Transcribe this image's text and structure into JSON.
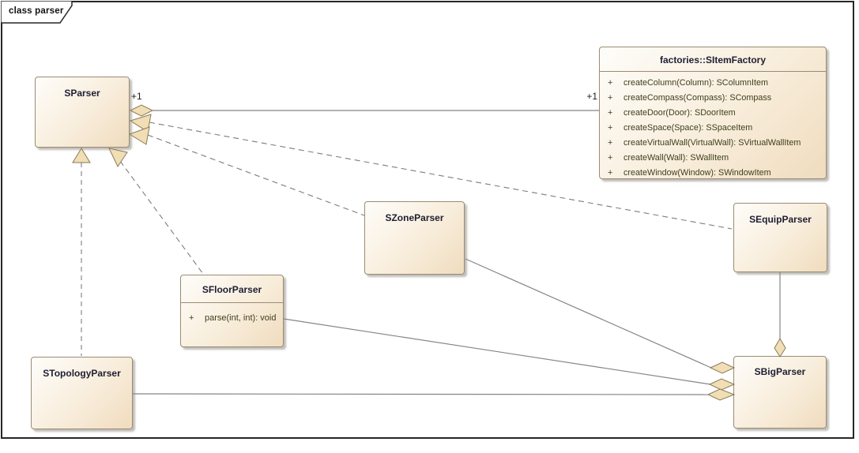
{
  "frame": {
    "label": "class parser"
  },
  "classes": {
    "sparser": {
      "name": "SParser"
    },
    "factory": {
      "name": "factories::SItemFactory",
      "methods": [
        {
          "visibility": "+",
          "signature": "createColumn(Column): SColumnItem"
        },
        {
          "visibility": "+",
          "signature": "createCompass(Compass): SCompass"
        },
        {
          "visibility": "+",
          "signature": "createDoor(Door): SDoorItem"
        },
        {
          "visibility": "+",
          "signature": "createSpace(Space): SSpaceItem"
        },
        {
          "visibility": "+",
          "signature": "createVirtualWall(VirtualWall): SVirtualWallItem"
        },
        {
          "visibility": "+",
          "signature": "createWall(Wall): SWallItem"
        },
        {
          "visibility": "+",
          "signature": "createWindow(Window): SWindowItem"
        }
      ]
    },
    "szoneparser": {
      "name": "SZoneParser"
    },
    "sequipparser": {
      "name": "SEquipParser"
    },
    "sfloorparser": {
      "name": "SFloorParser",
      "methods": [
        {
          "visibility": "+",
          "signature": "parse(int, int): void"
        }
      ]
    },
    "stopologyparser": {
      "name": "STopologyParser"
    },
    "sbigparser": {
      "name": "SBigParser"
    }
  },
  "relationships": [
    {
      "from": "SParser",
      "to": "factories::SItemFactory",
      "type": "aggregation",
      "style": "solid",
      "source_label": "+1",
      "target_label": "+1"
    },
    {
      "from": "SEquipParser",
      "to": "SParser",
      "type": "generalization",
      "style": "dashed"
    },
    {
      "from": "SZoneParser",
      "to": "SParser",
      "type": "generalization",
      "style": "dashed"
    },
    {
      "from": "SFloorParser",
      "to": "SParser",
      "type": "generalization",
      "style": "dashed"
    },
    {
      "from": "STopologyParser",
      "to": "SParser",
      "type": "generalization",
      "style": "dashed"
    },
    {
      "from": "SBigParser",
      "to": "SZoneParser",
      "type": "aggregation",
      "style": "solid"
    },
    {
      "from": "SBigParser",
      "to": "SFloorParser",
      "type": "aggregation",
      "style": "solid"
    },
    {
      "from": "SBigParser",
      "to": "STopologyParser",
      "type": "aggregation",
      "style": "solid"
    },
    {
      "from": "SBigParser",
      "to": "SEquipParser",
      "type": "aggregation",
      "style": "solid"
    }
  ],
  "colors": {
    "box_fill_light": "#fefdfa",
    "box_fill_dark": "#f0dcbe",
    "box_border": "#9b8b74",
    "title_text": "#1e1e32",
    "method_text": "#3e3e1d",
    "line": "#858585",
    "diamond_fill": "#f2deb4",
    "diamond_border": "#8a7a58",
    "frame_border": "#262626"
  }
}
